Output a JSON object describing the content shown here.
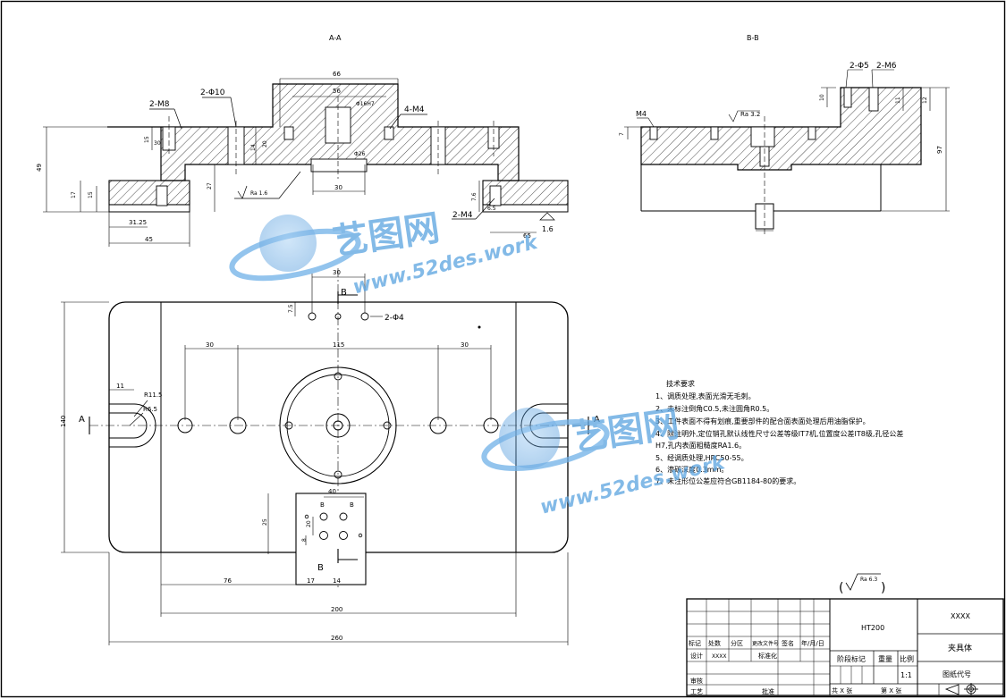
{
  "views": {
    "section_aa": "A-A",
    "section_bb": "B-B",
    "section_letter_a": "A",
    "section_letter_b": "B"
  },
  "callouts": {
    "m8": "2-M8",
    "phi10": "2-Φ10",
    "m4_top": "4-M4",
    "m4_bottom": "2-M4",
    "phi5": "2-Φ5",
    "m6": "2-M6",
    "m4_side": "M4",
    "phi4": "2-Φ4",
    "ra16": "Ra 1.6",
    "ra32": "Ra 3.2",
    "ra63": "Ra 6.3",
    "r115": "R11.5",
    "r65": "R6.5"
  },
  "dims": {
    "aa": [
      "66",
      "56",
      "Φ16H7",
      "Φ26",
      "14",
      "30",
      "49",
      "17",
      "15",
      "27",
      "30",
      "31.25",
      "45",
      "7.6",
      "6.5",
      "65",
      "1.6",
      "20",
      "15"
    ],
    "bb": [
      "10",
      "11",
      "12",
      "7",
      "97"
    ],
    "plan": [
      "30",
      "7.5",
      "30",
      "115",
      "30",
      "11",
      "140",
      "40",
      "25",
      "20",
      "8",
      "76",
      "17",
      "14",
      "200",
      "260"
    ]
  },
  "tech": {
    "heading": "技术要求",
    "lines": [
      "1、调质处理,表面光滑无毛刺。",
      "2、未标注倒角C0.5,未注圆角R0.5。",
      "3、工件表面不得有划痕,重要部件的配合面表面处理后用油脂保护。",
      "4、除注明外,定位销孔默认线性尺寸公差等级IT7机,位置度公差IT8级,孔径公差",
      "H7,孔内表面粗糙度RA1.6。",
      "5、经调质处理,HRC50-55。",
      "6、渗碳深度0.3mm。",
      "7、未注形位公差应符合GB1184-80的要求。"
    ]
  },
  "title_block": {
    "material": "HT200",
    "code": "XXXX",
    "part_name": "夹具体",
    "stage": "阶段标记",
    "weight": "重量",
    "scale_label": "比例",
    "scale": "1:1",
    "drawing_no": "图纸代号",
    "row_labels": [
      "标记",
      "处数",
      "分区",
      "更改文件号",
      "签名",
      "年/月/日"
    ],
    "design": "设计",
    "designer": "XXXX",
    "standardize": "标准化",
    "review": "审核",
    "process": "工艺",
    "approve": "批准",
    "sheets_total": "共 X 张",
    "sheet_no": "第 X 张"
  },
  "watermark": {
    "brand": "艺图网",
    "url": "www.52des.work"
  }
}
